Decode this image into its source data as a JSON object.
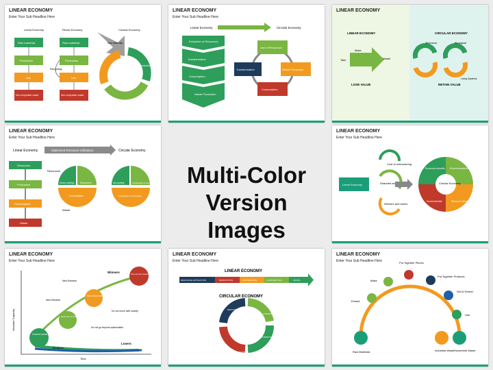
{
  "center": {
    "line1": "Multi-Color",
    "line2": "Version Images"
  },
  "colors": {
    "green": "#2e9e5b",
    "lime": "#7ab642",
    "orange": "#f29a1f",
    "red": "#c0392b",
    "navy": "#1f3b5c",
    "teal": "#1a9e7a"
  },
  "slides": [
    {
      "title": "LINEAR ECONOMY",
      "subtitle": "Enter Your Sub Headline Here",
      "labels": {
        "linear": "Linear Economy",
        "reuse": "Reuse Economy",
        "circular": "Circular Economy",
        "raw": "Raw materials",
        "raw2": "Raw materials",
        "production": "Production",
        "production2": "Production",
        "use": "Use",
        "use2": "Use",
        "nonrec": "Non-recyclable waste",
        "nonrec2": "Non-recyclable waste",
        "recycling": "Recycling",
        "rawmat": "Raw Materials",
        "prod3": "Production",
        "use3": "Use"
      }
    },
    {
      "title": "LINEAR ECONOMY",
      "subtitle": "Enter Your Sub Headline Here",
      "labels": {
        "linear": "Linear Economy",
        "circular": "Circular Economy",
        "extraction": "Extraction of Resources",
        "transformation": "Transformation",
        "consumption": "Consumption",
        "waste": "Waste Production",
        "use": "Use of Resources",
        "transf2": "Transformation",
        "waste2": "Waste Production",
        "consumption2": "Consumption"
      }
    },
    {
      "title": "LINEAR ECONOMY",
      "subtitle": "",
      "labels": {
        "linear": "LINEAR ECONOMY",
        "circular": "CIRCULAR ECONOMY",
        "make": "Make",
        "take": "Take",
        "waste": "Waste",
        "lose": "LOSE VALUE",
        "retain": "RETAIN VALUE",
        "technical": "Technical",
        "biological": "Biological",
        "living": "Living Systems"
      }
    },
    {
      "title": "LINEAR ECONOMY",
      "subtitle": "Enter Your Sub Headline Here",
      "labels": {
        "linear": "Linear Economy",
        "optimized": "Optimized Resource Utilization",
        "circular": "Circular Economy",
        "resources": "Resources",
        "production": "Production",
        "consumption": "Consumption",
        "waste": "Waste",
        "resources2": "Resources",
        "downcycling": "Down-cycling",
        "resources3": "Resources",
        "consumption2": "Consumption",
        "waste2": "Waste",
        "upcycling": "Up-cycling",
        "sustprod": "Sustainable Production",
        "sustcons": "Sustainable Consumption"
      }
    },
    {
      "title": "LINEAR ECONOMY",
      "subtitle": "Enter Your Sub Headline Here",
      "labels": {
        "linear": "Linear Economy",
        "cost": "Cost of restructuring",
        "stranded": "Stranded assets",
        "winners": "Winners and losers",
        "circular": "Circular Economy",
        "econ": "Economic benefits",
        "env": "Environmental benefits",
        "social": "Social benefits",
        "resource": "Resource benefits"
      }
    },
    {
      "title": "LINEAR ECONOMY",
      "subtitle": "Enter Your Sub Headline Here",
      "labels": {
        "ylabel": "Absolute Capacity",
        "xlabel": "Time",
        "winners": "Winners",
        "losers": "Losers",
        "newent": "New Entrants",
        "newent2": "New Entrants",
        "current": "Current Linear Economy",
        "newecon": "New Economic Models",
        "retire": "Retire the of New Materials",
        "second": "Second and Social Transitions",
        "donot": "Do not move with society",
        "donot2": "Do not go beyond optimization",
        "blindspots": "Blindspots"
      }
    },
    {
      "title": "LINEAR ECONOMY",
      "subtitle": "Enter Your Sub Headline Here",
      "labels": {
        "linear": "LINEAR ECONOMY",
        "circular": "CIRCULAR ECONOMY",
        "s1": "RESOURCE EXTRACTION",
        "s2": "PRODUCTION",
        "s3": "DISTRIBUTION",
        "s4": "CONSUMPTION",
        "s5": "WASTE",
        "c1": "RESOURCE EXTRACTION",
        "c2": "PRODUCTION",
        "c3": "DISTRIBUTION",
        "c4": "CONSUMPTION"
      }
    },
    {
      "title": "LINEAR ECONOMY",
      "subtitle": "Enter Your Sub Headline Here",
      "labels": {
        "puttog": "Put Together Pieces",
        "make": "Make",
        "puttog2": "Put Together Products",
        "sell": "Sell & Deliver",
        "extract": "Extract",
        "use": "Use",
        "raw": "Raw Materials",
        "industrial": "Industrial Waste",
        "household": "Household Waste"
      }
    }
  ]
}
